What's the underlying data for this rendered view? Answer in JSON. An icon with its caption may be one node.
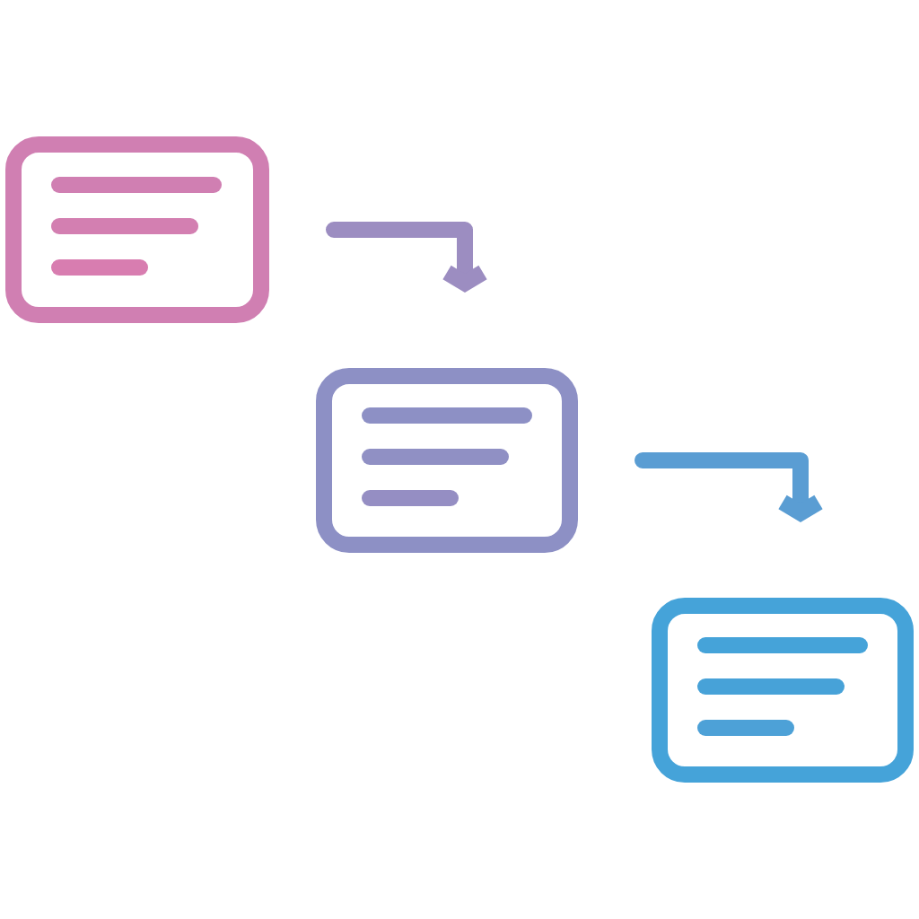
{
  "diagram": {
    "nodes": [
      {
        "text": [],
        "shape": "box"
      },
      {
        "text": [],
        "shape": "box"
      },
      {
        "text": [],
        "shape": "box"
      }
    ],
    "edges": [
      {
        "from": 0,
        "to": 1,
        "arrow": "to"
      },
      {
        "from": 1,
        "to": 2,
        "arrow": "to"
      }
    ]
  }
}
